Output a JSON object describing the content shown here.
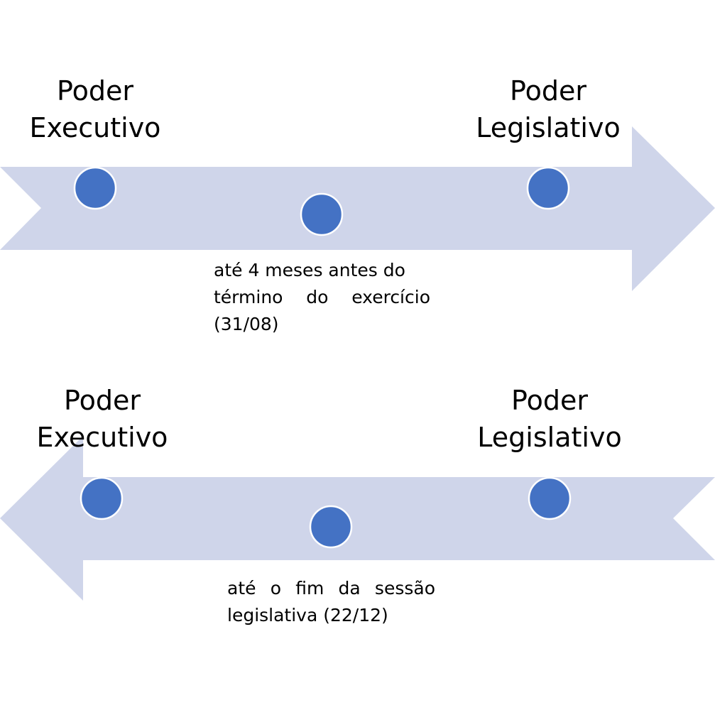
{
  "colors": {
    "arrow": "#cfd5ea",
    "node": "#4472c4",
    "node_border": "#ffffff"
  },
  "top_flow": {
    "direction": "right",
    "left_label": [
      "Poder",
      "Executivo"
    ],
    "right_label": [
      "Poder",
      "Legislativo"
    ],
    "note": [
      "até 4 meses antes do",
      "término do exercício",
      "(31/08)"
    ]
  },
  "bottom_flow": {
    "direction": "left",
    "left_label": [
      "Poder",
      "Executivo"
    ],
    "right_label": [
      "Poder",
      "Legislativo"
    ],
    "note": [
      "até o fim da sessão",
      "legislativa (22/12)"
    ]
  }
}
